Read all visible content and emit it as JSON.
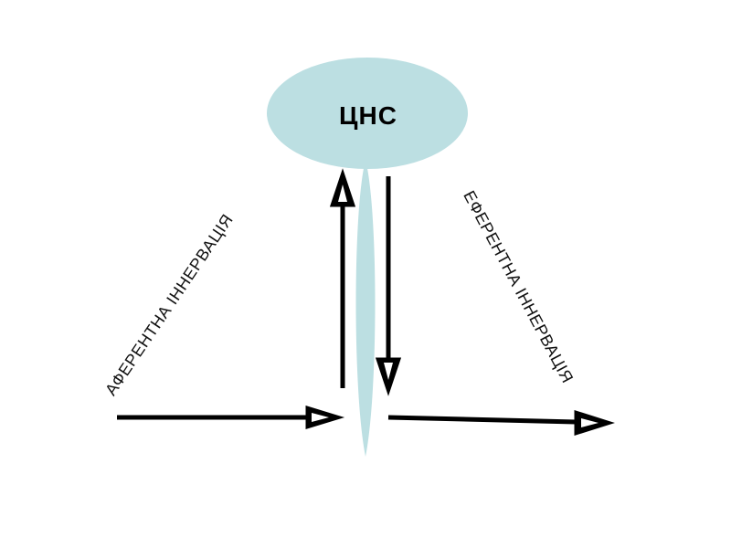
{
  "diagram": {
    "cns_label": "ЦНС",
    "afferent_label": "АФЕРЕНТНА ІННЕРВАЦІЯ",
    "efferent_label": "ЕФЕРЕНТНА ІННЕРВАЦІЯ"
  },
  "colors": {
    "cns_fill": "#bcdfe2",
    "spinal_fill": "#bcdfe2",
    "arrow_stroke": "#000000",
    "arrow_head_fill": "#000000",
    "arrow_head_inner": "#ffffff",
    "background": "#ffffff"
  }
}
